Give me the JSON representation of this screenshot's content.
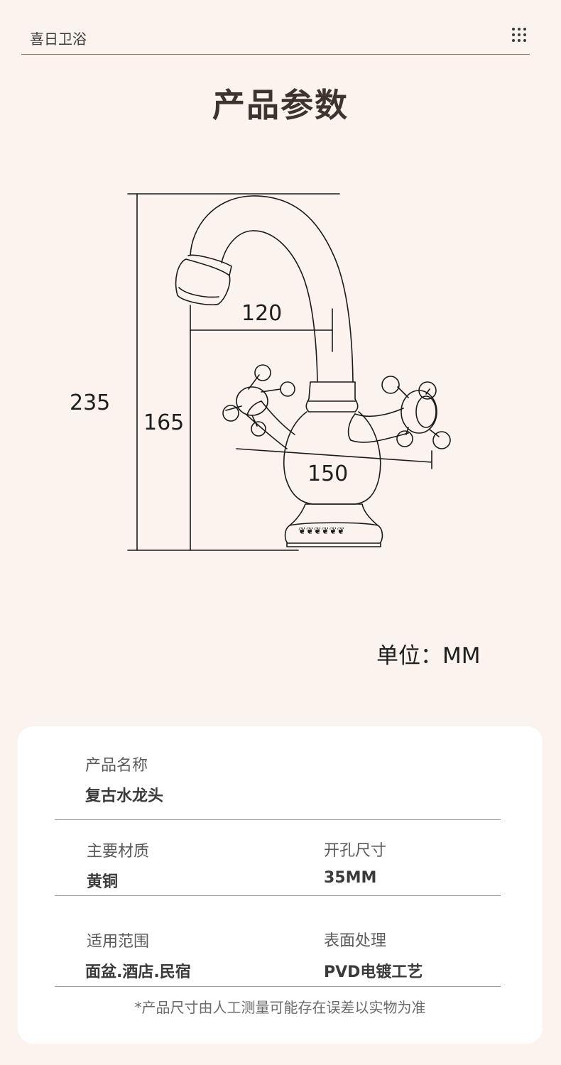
{
  "header": {
    "brand": "喜日卫浴"
  },
  "page_title": "产品参数",
  "dimensions": {
    "total_height": "235",
    "spout_height": "165",
    "spout_reach": "120",
    "handle_span": "150"
  },
  "unit_label": "单位：MM",
  "specs": {
    "name_label": "产品名称",
    "name_value": "复古水龙头",
    "material_label": "主要材质",
    "material_value": "黄铜",
    "hole_label": "开孔尺寸",
    "hole_value": "35MM",
    "usage_label": "适用范围",
    "usage_value": "面盆.酒店.民宿",
    "finish_label": "表面处理",
    "finish_value": "PVD电镀工艺",
    "note": "*产品尺寸由人工测量可能存在误差以实物为准"
  }
}
